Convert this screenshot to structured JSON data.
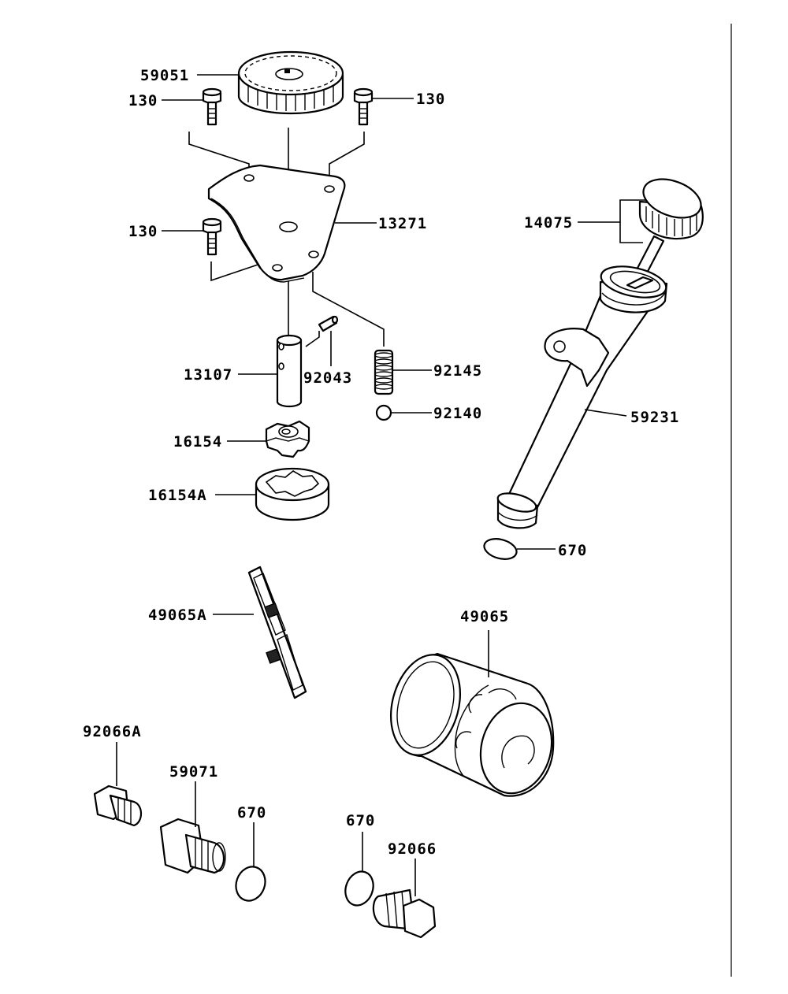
{
  "diagram": {
    "labels": {
      "gear": "59051",
      "bolt_left_top": "130",
      "bolt_right_top": "130",
      "bolt_left_mid": "130",
      "plate": "13271",
      "cap": "14075",
      "shaft": "13107",
      "pin": "92043",
      "spring": "92145",
      "ball": "92140",
      "tube": "59231",
      "inner_rotor": "16154",
      "outer_rotor": "16154A",
      "oring_tube": "670",
      "screen": "49065A",
      "oil_filter": "49065",
      "plug_a": "92066A",
      "fitting": "59071",
      "oring_left": "670",
      "oring_right": "670",
      "drain_plug": "92066"
    }
  }
}
